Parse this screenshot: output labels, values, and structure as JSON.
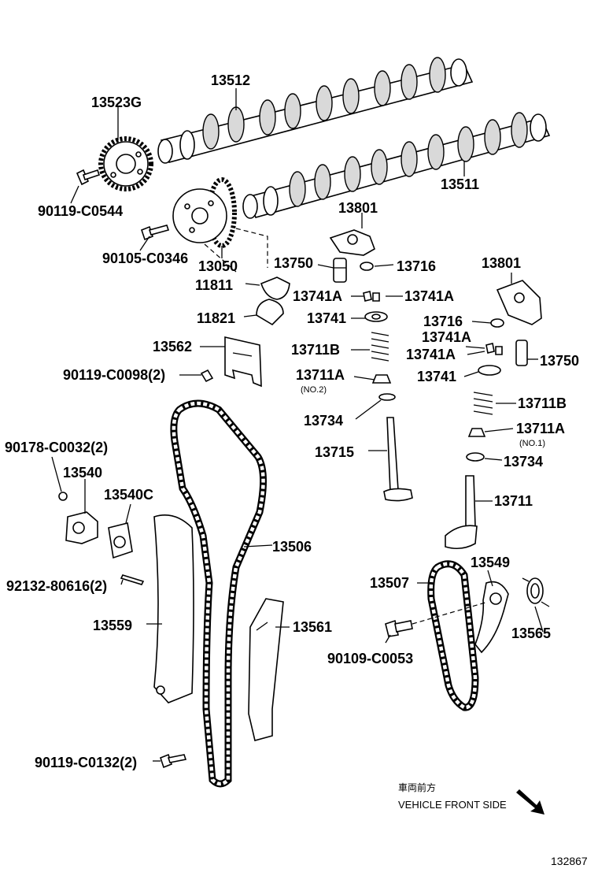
{
  "labels": {
    "camshaft_exhaust": "13512",
    "camshaft_intake": "13511",
    "sprocket": "13523G",
    "bolt_sprocket": "90119-C0544",
    "vvt_gear": "13050",
    "bolt_vvt": "90105-C0346",
    "bearing_upper": "11811",
    "bearing_lower": "11821",
    "rocker_arm_1": "13801",
    "lash_adjuster_1": "13750",
    "valve_cap_1": "13716",
    "keeper_1a": "13741A",
    "keeper_1b": "13741A",
    "retainer_1": "13741",
    "spring_1": "13711B",
    "seat_1": "13711A",
    "seat_1_note": "(NO.2)",
    "stem_seal_1": "13734",
    "valve_exhaust": "13715",
    "rocker_arm_2": "13801",
    "valve_cap_2": "13716",
    "keeper_2a": "13741A",
    "keeper_2b": "13741A",
    "lash_adjuster_2": "13750",
    "retainer_2": "13741",
    "spring_2": "13711B",
    "seat_2": "13711A",
    "seat_2_note": "(NO.1)",
    "stem_seal_2": "13734",
    "valve_intake": "13711",
    "chain_guide": "13562",
    "bolt_chain_guide": "90119-C0098(2)",
    "nut_tensioner": "90178-C0032(2)",
    "tensioner": "13540",
    "gasket": "13540C",
    "stud": "92132-80616(2)",
    "slipper": "13559",
    "chain": "13506",
    "damper": "13561",
    "bolt_damper": "90119-C0132(2)",
    "chain_sub": "13507",
    "tensioner_arm": "13549",
    "bolt_arm": "90109-C0053",
    "spring_arm": "13565"
  },
  "front": {
    "jp": "車両前方",
    "en": "VEHICLE FRONT SIDE"
  },
  "figure_code": "132867"
}
